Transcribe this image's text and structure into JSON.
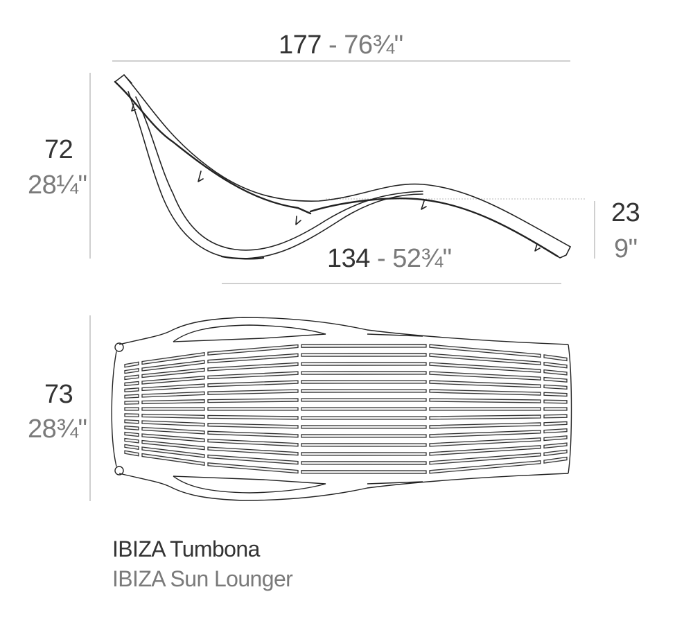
{
  "diagram": {
    "type": "technical-dimension-drawing",
    "product": {
      "name_es": "IBIZA Tumbona",
      "name_en": "IBIZA Sun Lounger"
    },
    "side_view": {
      "overall_length": {
        "metric": "177",
        "separator": " - ",
        "imperial": "76¾\""
      },
      "height": {
        "metric": "72",
        "imperial": "28¼\""
      },
      "seat_height": {
        "metric": "23",
        "imperial": "9\""
      },
      "inner_length": {
        "metric": "134",
        "separator": " - ",
        "imperial": "52¾\""
      }
    },
    "top_view": {
      "width": {
        "metric": "73",
        "imperial": "28¾\""
      },
      "slat_count": 15
    },
    "colors": {
      "metric_text": "#333333",
      "imperial_text": "#7a7a7a",
      "dimension_line": "#cfcfcf",
      "outline": "#222222"
    }
  }
}
